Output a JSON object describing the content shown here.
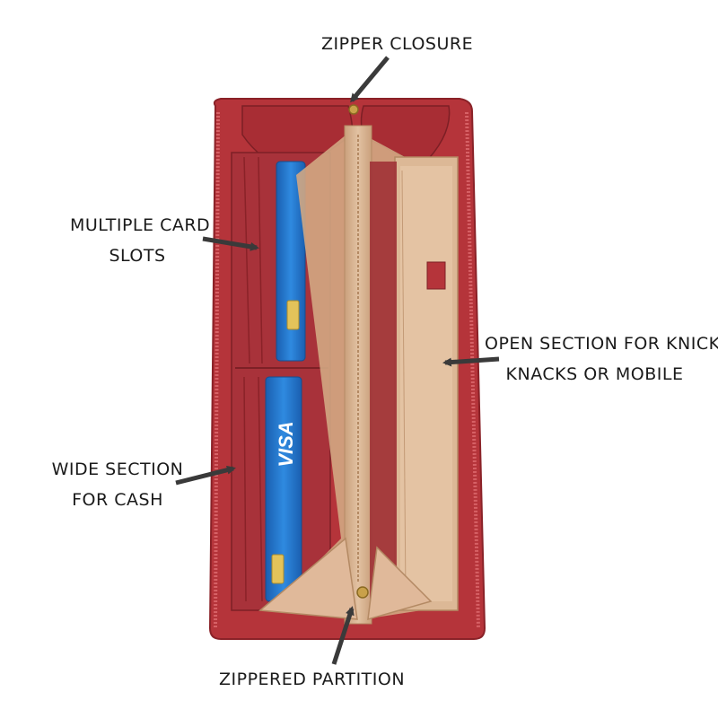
{
  "labels": {
    "zipper_closure": "ZIPPER CLOSURE",
    "card_slots": [
      "MULTIPLE CARD",
      "SLOTS"
    ],
    "open_section": [
      "OPEN SECTION FOR KNICK",
      "KNACKS OR MOBILE"
    ],
    "wide_section": [
      "WIDE SECTION",
      "FOR CASH"
    ],
    "zippered_partition": "ZIPPERED PARTITION"
  },
  "card_brand": "VISA",
  "colors": {
    "wallet_red": "#b5343a",
    "wallet_red_dark": "#8a2228",
    "wallet_red_light": "#c9484d",
    "lining_tan": "#d9b493",
    "card_blue": "#1f6fc4",
    "zipper_gold": "#c9a14a",
    "arrow": "#3a3a3a"
  }
}
